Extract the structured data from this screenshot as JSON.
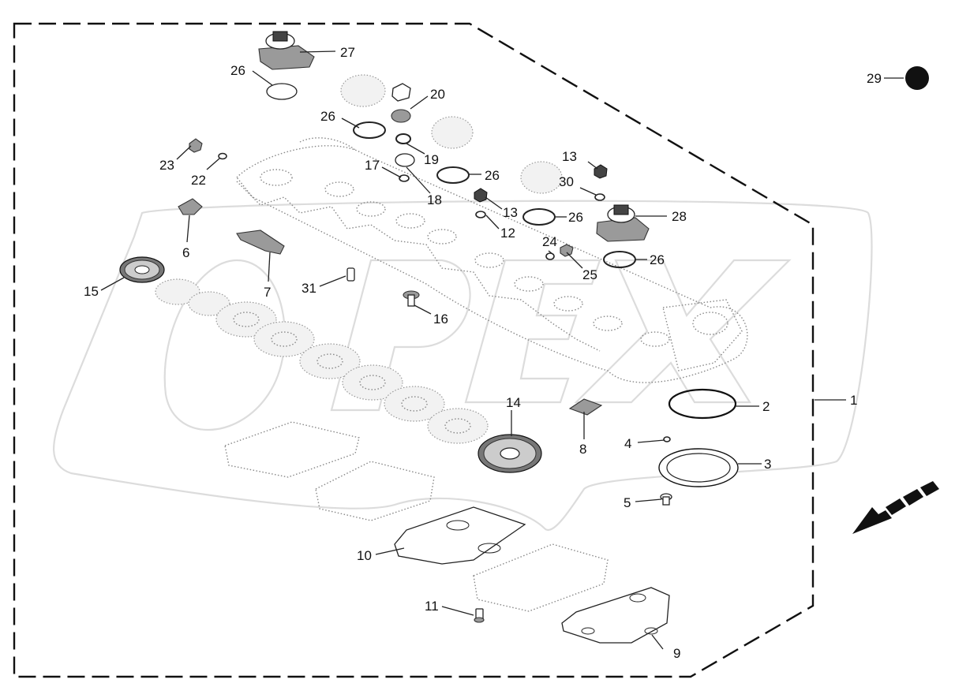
{
  "watermark": "OPEX",
  "callouts": [
    {
      "id": "1",
      "label": "1"
    },
    {
      "id": "2",
      "label": "2"
    },
    {
      "id": "3",
      "label": "3"
    },
    {
      "id": "4",
      "label": "4"
    },
    {
      "id": "5",
      "label": "5"
    },
    {
      "id": "6",
      "label": "6"
    },
    {
      "id": "7",
      "label": "7"
    },
    {
      "id": "8",
      "label": "8"
    },
    {
      "id": "9",
      "label": "9"
    },
    {
      "id": "10",
      "label": "10"
    },
    {
      "id": "11",
      "label": "11"
    },
    {
      "id": "12",
      "label": "12"
    },
    {
      "id": "13a",
      "label": "13"
    },
    {
      "id": "13b",
      "label": "13"
    },
    {
      "id": "14",
      "label": "14"
    },
    {
      "id": "15",
      "label": "15"
    },
    {
      "id": "16",
      "label": "16"
    },
    {
      "id": "17",
      "label": "17"
    },
    {
      "id": "18",
      "label": "18"
    },
    {
      "id": "19",
      "label": "19"
    },
    {
      "id": "20",
      "label": "20"
    },
    {
      "id": "22",
      "label": "22"
    },
    {
      "id": "23",
      "label": "23"
    },
    {
      "id": "24",
      "label": "24"
    },
    {
      "id": "25",
      "label": "25"
    },
    {
      "id": "26a",
      "label": "26"
    },
    {
      "id": "26b",
      "label": "26"
    },
    {
      "id": "26c",
      "label": "26"
    },
    {
      "id": "26d",
      "label": "26"
    },
    {
      "id": "26e",
      "label": "26"
    },
    {
      "id": "27",
      "label": "27"
    },
    {
      "id": "28",
      "label": "28"
    },
    {
      "id": "29",
      "label": "29"
    },
    {
      "id": "30",
      "label": "30"
    },
    {
      "id": "31",
      "label": "31"
    }
  ]
}
